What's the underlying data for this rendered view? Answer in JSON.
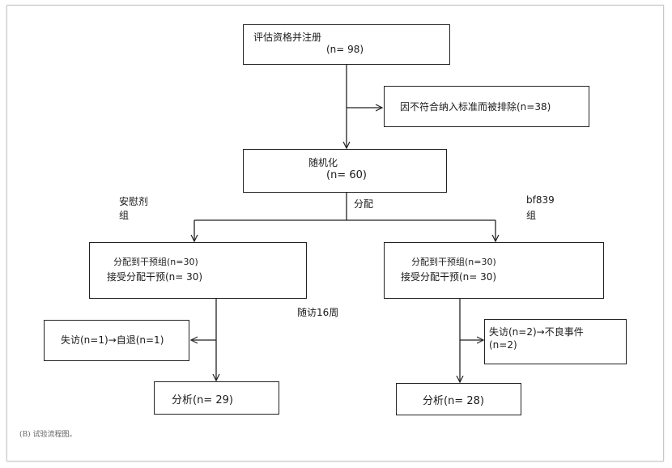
{
  "diagram": {
    "enroll": {
      "title": "评估资格并注册",
      "count": "(n= 98)"
    },
    "excluded": {
      "text": "因不符合纳入标准而被排除(n=38)"
    },
    "randomized": {
      "title": "随机化",
      "count": "(n= 60)"
    },
    "allocation_label": "分配",
    "left_group": {
      "name_line1": "安慰剂",
      "name_line2": "组",
      "allocated": "分配到干预组(n=30)",
      "received": "接受分配干预(n= 30)",
      "lost": "失访(n=1)→自退(n=1)",
      "analysis": "分析(n= 29)"
    },
    "right_group": {
      "name_line1": "bf839",
      "name_line2": "组",
      "allocated": "分配到干预组(n=30)",
      "received": "接受分配干预(n= 30)",
      "lost_line1": "失访(n=2)→不良事件",
      "lost_line2": "(n=2)",
      "analysis": "分析(n= 28)"
    },
    "followup_label": "随访16周",
    "caption": "(B) 试验流程图。"
  }
}
